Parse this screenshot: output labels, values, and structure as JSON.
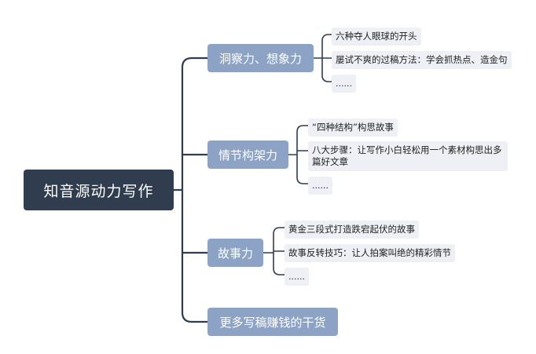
{
  "root": {
    "label": "知音源动力写作"
  },
  "branches": [
    {
      "label": "洞察力、想象力",
      "leaves": [
        "六种夺人眼球的开头",
        "屡试不爽的过稿方法：学会抓热点、造金句",
        "......"
      ]
    },
    {
      "label": "情节构架力",
      "leaves": [
        "“四种结构”构思故事",
        "八大步骤：让写作小白轻松用一个素材构思出多篇好文章",
        "......"
      ]
    },
    {
      "label": "故事力",
      "leaves": [
        "黄金三段式打造跌宕起伏的故事",
        "故事反转技巧：让人拍案叫绝的精彩情节",
        "......"
      ]
    },
    {
      "label": "更多写稿赚钱的干货",
      "leaves": []
    }
  ],
  "colors": {
    "root_bg": "#2f3d4e",
    "branch_bg": "#8da3c6",
    "leaf_bg": "#eef0f5",
    "line": "#2f3d4e"
  }
}
